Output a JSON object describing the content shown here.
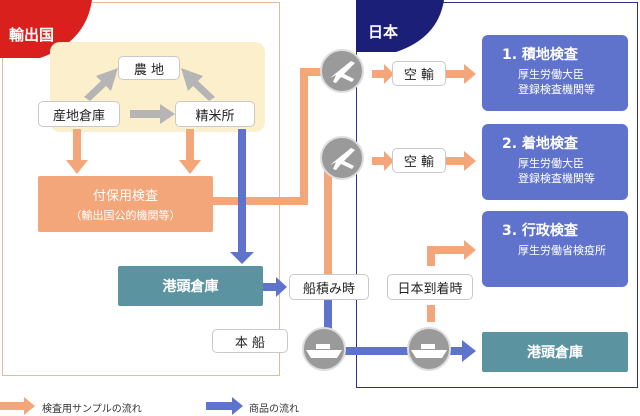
{
  "regions": {
    "export_country": "輸出国",
    "japan": "日本"
  },
  "nodes": {
    "farm": "農 地",
    "producer_warehouse": "産地倉庫",
    "rice_mill": "精米所",
    "pre_inspection_title": "付保用検査",
    "pre_inspection_sub": "（輸出国公的機関等）",
    "port_warehouse_origin": "港頭倉庫",
    "vessel": "本 船",
    "air_transport_1": "空 輸",
    "air_transport_2": "空 輸",
    "loading_time": "船積み時",
    "arrival_japan": "日本到着時",
    "port_warehouse_japan": "港頭倉庫"
  },
  "inspections": [
    {
      "title": "1. 積地検査",
      "lines": [
        "厚生労働大臣",
        "登録検査機関等"
      ]
    },
    {
      "title": "2. 着地検査",
      "lines": [
        "厚生労働大臣",
        "登録検査機関等"
      ]
    },
    {
      "title": "3. 行政検査",
      "lines": [
        "厚生労働省検疫所"
      ]
    }
  ],
  "legend": {
    "sample_flow": "検査用サンプルの流れ",
    "goods_flow": "商品の流れ"
  },
  "colors": {
    "sample_arrow": "#f2a67a",
    "goods_arrow": "#6073cc",
    "gray_arrow": "#b5b5b5",
    "export_tag": "#d9201c",
    "japan_tag": "#1c1f78",
    "teal": "#5b93a0",
    "inspection_box": "#6073cc"
  }
}
